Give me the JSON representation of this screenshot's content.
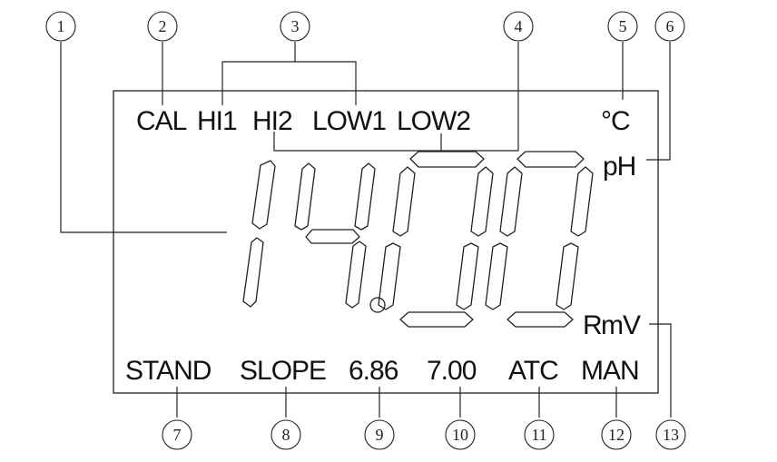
{
  "display": {
    "cal": "CAL",
    "hi1": "HI1",
    "hi2": "HI2",
    "low1": "LOW1",
    "low2": "LOW2",
    "deg_c": "°C",
    "ph": "pH",
    "r": "R",
    "mv": "mV",
    "stand": "STAND",
    "slope": "SLOPE",
    "buf686": "6.86",
    "buf700": "7.00",
    "atc": "ATC",
    "man": "MAN"
  },
  "callouts": [
    "1",
    "2",
    "3",
    "4",
    "5",
    "6",
    "7",
    "8",
    "9",
    "10",
    "11",
    "12",
    "13"
  ]
}
